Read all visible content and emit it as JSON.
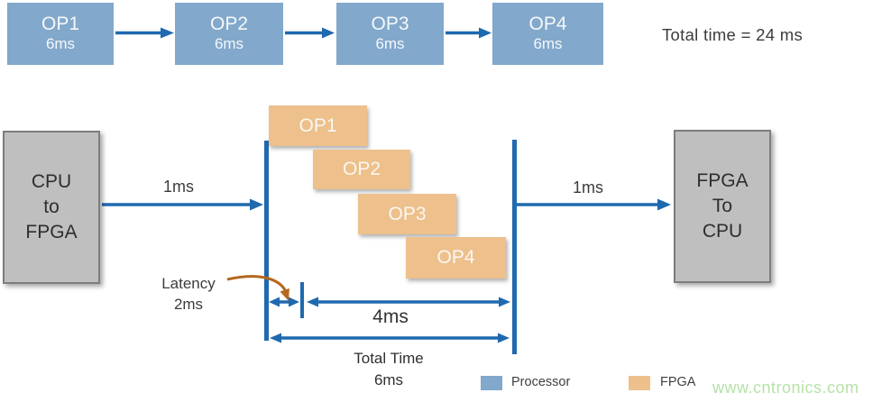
{
  "sequential": {
    "ops": [
      {
        "name": "OP1",
        "duration": "6ms"
      },
      {
        "name": "OP2",
        "duration": "6ms"
      },
      {
        "name": "OP3",
        "duration": "6ms"
      },
      {
        "name": "OP4",
        "duration": "6ms"
      }
    ],
    "total_label": "Total time = 24 ms"
  },
  "pipeline": {
    "source_box": {
      "line1": "CPU",
      "line2": "to",
      "line3": "FPGA"
    },
    "dest_box": {
      "line1": "FPGA",
      "line2": "To",
      "line3": "CPU"
    },
    "transfer_in": "1ms",
    "transfer_out": "1ms",
    "ops": [
      "OP1",
      "OP2",
      "OP3",
      "OP4"
    ],
    "latency": {
      "line1": "Latency",
      "line2": "2ms"
    },
    "processing_time": "4ms",
    "total_time": {
      "line1": "Total Time",
      "line2": "6ms"
    }
  },
  "legend": {
    "processor_label": "Processor",
    "fpga_label": "FPGA"
  },
  "watermark": "www.cntronics.com",
  "colors": {
    "processor_blue": "#82a8cb",
    "fpga_orange": "#edc08c",
    "arrow_blue": "#1f69af",
    "box_gray": "#bfbfbf",
    "latency_brown": "#b5671e",
    "watermark_green": "#b6e2a7"
  }
}
